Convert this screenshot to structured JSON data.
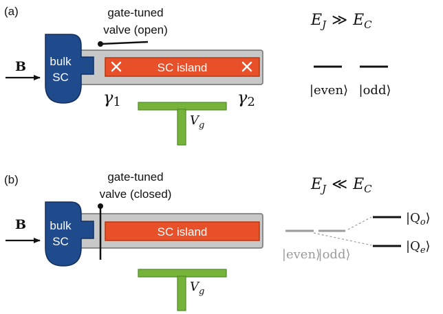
{
  "colors": {
    "bulk_sc": "#1f4a8c",
    "bulk_sc_edge": "#13305e",
    "island": "#e8502a",
    "island_edge": "#b8360f",
    "wire": "#c8c8c8",
    "wire_edge": "#6e6e6e",
    "gate": "#76b33b",
    "gate_edge": "#4e8a22",
    "level_dark": "#111111",
    "level_gray": "#9a9a9a"
  },
  "icons": {
    "majorana": "x-mark",
    "field_arrow": "right-arrow"
  },
  "panel_a": {
    "label": "(a)",
    "valve_label_1": "gate-tuned",
    "valve_label_2": "valve (open)",
    "field_label": "B",
    "bulk_label_1": "bulk",
    "bulk_label_2": "SC",
    "island_label": "SC island",
    "gamma1_sym": "γ",
    "gamma1_sub": "1",
    "gamma2_sym": "γ",
    "gamma2_sub": "2",
    "gate_label_main": "V",
    "gate_label_sub": "g",
    "regime_E1": "E",
    "regime_sub1": "J",
    "regime_op": "≫",
    "regime_E2": "E",
    "regime_sub2": "C",
    "level_even": "|even⟩",
    "level_odd": "|odd⟩"
  },
  "panel_b": {
    "label": "(b)",
    "valve_label_1": "gate-tuned",
    "valve_label_2": "valve (closed)",
    "field_label": "B",
    "bulk_label_1": "bulk",
    "bulk_label_2": "SC",
    "island_label": "SC island",
    "gate_label_main": "V",
    "gate_label_sub": "g",
    "regime_E1": "E",
    "regime_sub1": "J",
    "regime_op": "≪",
    "regime_E2": "E",
    "regime_sub2": "C",
    "level_even": "|even⟩",
    "level_odd": "|odd⟩",
    "level_Qo_main": "|Q",
    "level_Qo_sub": "o",
    "level_Qo_end": "⟩",
    "level_Qe_main": "|Q",
    "level_Qe_sub": "e",
    "level_Qe_end": "⟩"
  }
}
